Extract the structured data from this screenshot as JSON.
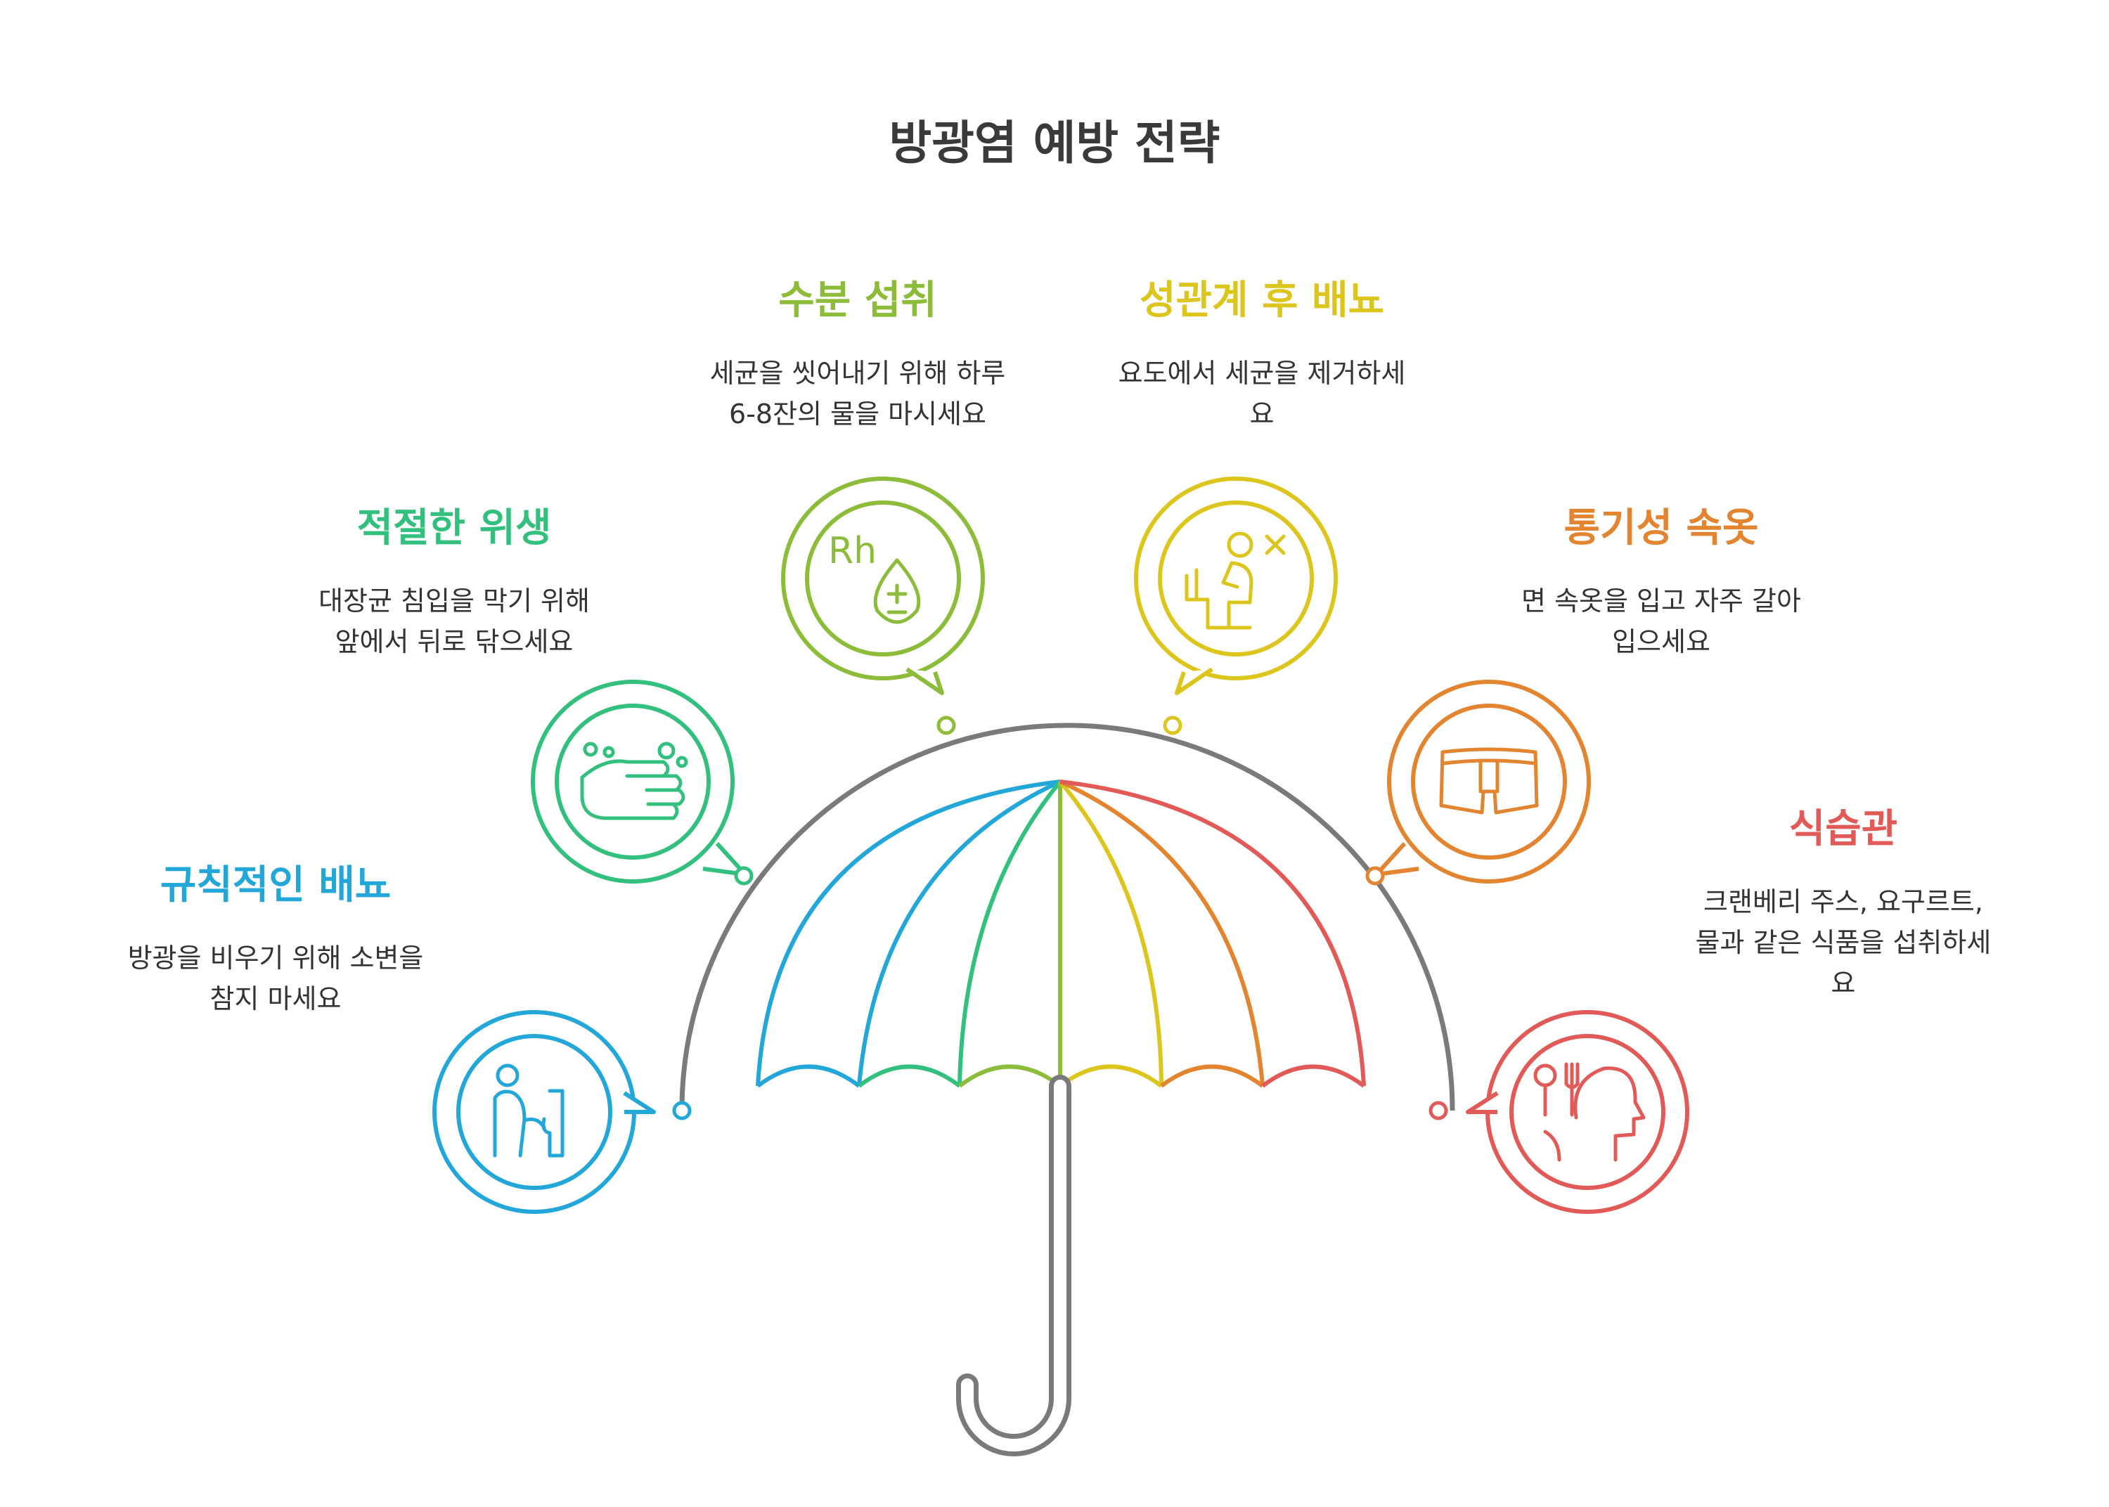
{
  "title": "방광염 예방 전략",
  "colors": {
    "frame": "#7a7a7a",
    "blue": "#23a6d8",
    "teal": "#33c07f",
    "green": "#8cbc3a",
    "yellow": "#dcc61e",
    "orange": "#e28430",
    "red": "#e15a57"
  },
  "items": [
    {
      "title": "규칙적인 배뇨",
      "desc_line1": "방광을 비우기 위해 소변을",
      "desc_line2": "참지 마세요",
      "color": "#23a6d8",
      "icon": "urinal-icon"
    },
    {
      "title": "적절한 위생",
      "desc_line1": "대장균 침입을 막기 위해",
      "desc_line2": "앞에서 뒤로 닦으세요",
      "color": "#33c07f",
      "icon": "hand-washing-icon"
    },
    {
      "title": "수분 섭취",
      "desc_line1": "세균을 씻어내기 위해 하루",
      "desc_line2": "6-8잔의 물을 마시세요",
      "color": "#8cbc3a",
      "icon": "water-drop-icon",
      "icon_text": "Rh"
    },
    {
      "title": "성관계 후 배뇨",
      "desc_line1": "요도에서 세균을 제거하세",
      "desc_line2": "요",
      "color": "#dcc61e",
      "icon": "toilet-person-icon"
    },
    {
      "title": "통기성 속옷",
      "desc_line1": "면 속옷을 입고 자주 갈아",
      "desc_line2": "입으세요",
      "color": "#e28430",
      "icon": "underwear-icon"
    },
    {
      "title": "식습관",
      "desc_line1": "크랜베리 주스, 요구르트,",
      "desc_line2": "물과 같은 식품을 섭취하세",
      "desc_line3": "요",
      "color": "#e15a57",
      "icon": "diet-head-icon"
    }
  ]
}
